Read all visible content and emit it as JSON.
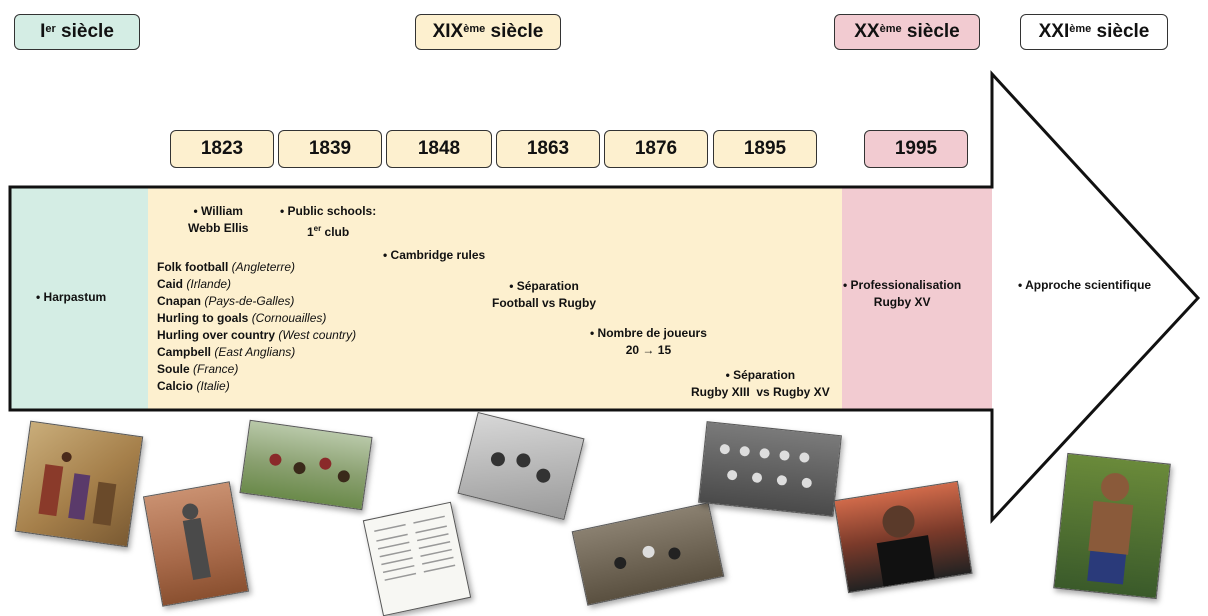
{
  "centuries": {
    "c1": {
      "label": "I",
      "sup": "er",
      "suffix": " siècle"
    },
    "c19": {
      "label": "XIX",
      "sup": "ème",
      "suffix": " siècle"
    },
    "c20": {
      "label": "XX",
      "sup": "ème",
      "suffix": " siècle"
    },
    "c21": {
      "label": "XXI",
      "sup": "ème",
      "suffix": " siècle"
    }
  },
  "years": [
    "1823",
    "1839",
    "1848",
    "1863",
    "1876",
    "1895",
    "1995"
  ],
  "events": {
    "harpastum": "• Harpastum",
    "william_1": "• William",
    "william_2": "Webb Ellis",
    "public_1": "• Public schools:",
    "public_2_num": "1",
    "public_2_sup": "er",
    "public_2_rest": " club",
    "cambridge": "• Cambridge rules",
    "separation1_1": "• Séparation",
    "separation1_2": "Football vs Rugby",
    "nombre_1": "• Nombre de joueurs",
    "nombre_2": "20 → 15",
    "separation2_1": "• Séparation",
    "separation2_2": "Rugby XIII  vs Rugby XV",
    "pro_1": "• Professionalisation",
    "pro_2": "Rugby XV",
    "approche": "• Approche scientifique"
  },
  "folk_games": [
    {
      "name": "Folk football",
      "region": "(Angleterre)"
    },
    {
      "name": "Caid",
      "region": "(Irlande)"
    },
    {
      "name": "Cnapan",
      "region": "(Pays-de-Galles)"
    },
    {
      "name": "Hurling to goals",
      "region": "(Cornouailles)"
    },
    {
      "name": "Hurling over country",
      "region": "(West country)"
    },
    {
      "name": "Campbell",
      "region": "(East Anglians)"
    },
    {
      "name": "Soule",
      "region": "(France)"
    },
    {
      "name": "Calcio",
      "region": "(Italie)"
    }
  ],
  "colors": {
    "green": "#d4ede4",
    "yellow": "#fdf0cf",
    "pink": "#f2cbd1",
    "outline": "#111111"
  }
}
